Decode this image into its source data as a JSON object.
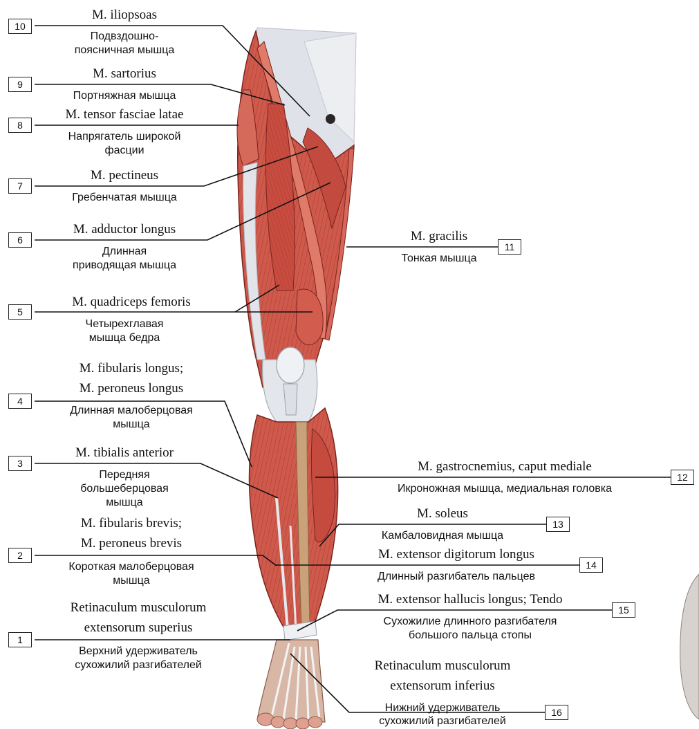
{
  "labels": {
    "l1": {
      "num": "1",
      "latin": [
        "Retinaculum musculorum",
        "extensorum superius"
      ],
      "russian": [
        "Верхний удерживатель",
        "сухожилий разгибателей"
      ]
    },
    "l2": {
      "num": "2",
      "latin": [
        "M. fibularis brevis;",
        "M. peroneus brevis"
      ],
      "russian": [
        "Короткая малоберцовая",
        "мышца"
      ]
    },
    "l3": {
      "num": "3",
      "latin": [
        "M. tibialis anterior"
      ],
      "russian": [
        "Передняя",
        "большеберцовая",
        "мышца"
      ]
    },
    "l4": {
      "num": "4",
      "latin": [
        "M. fibularis longus;",
        "M. peroneus longus"
      ],
      "russian": [
        "Длинная малоберцовая",
        "мышца"
      ]
    },
    "l5": {
      "num": "5",
      "latin": [
        "M. quadriceps femoris"
      ],
      "russian": [
        "Четырехглавая",
        "мышца бедра"
      ]
    },
    "l6": {
      "num": "6",
      "latin": [
        "M. adductor longus"
      ],
      "russian": [
        "Длинная",
        "приводящая мышца"
      ]
    },
    "l7": {
      "num": "7",
      "latin": [
        "M. pectineus"
      ],
      "russian": [
        "Гребенчатая мышца"
      ]
    },
    "l8": {
      "num": "8",
      "latin": [
        "M. tensor fasciae latae"
      ],
      "russian": [
        "Напрягатель широкой",
        "фасции"
      ]
    },
    "l9": {
      "num": "9",
      "latin": [
        "M. sartorius"
      ],
      "russian": [
        "Портняжная мышца"
      ]
    },
    "l10": {
      "num": "10",
      "latin": [
        "M. iliopsoas"
      ],
      "russian": [
        "Подвздошно-",
        "поясничная мышца"
      ]
    },
    "l11": {
      "num": "11",
      "latin": [
        "M. gracilis"
      ],
      "russian": [
        "Тонкая мышца"
      ]
    },
    "l12": {
      "num": "12",
      "latin": [
        "M. gastrocnemius, caput mediale"
      ],
      "russian": [
        "Икроножная мышца, медиальная головка"
      ]
    },
    "l13": {
      "num": "13",
      "latin": [
        "M. soleus"
      ],
      "russian": [
        "Камбаловидная мышца"
      ]
    },
    "l14": {
      "num": "14",
      "latin": [
        "M. extensor digitorum longus"
      ],
      "russian": [
        "Длинный разгибатель пальцев"
      ]
    },
    "l15": {
      "num": "15",
      "latin": [
        "M. extensor hallucis longus; Tendo"
      ],
      "russian": [
        "Сухожилие длинного разгибателя",
        "большого пальца стопы"
      ]
    },
    "l16": {
      "num": "16",
      "latin": [
        "Retinaculum musculorum",
        "extensorum inferius"
      ],
      "russian": [
        "Нижний удерживатель",
        "сухожилий разгибателей"
      ]
    }
  },
  "colors": {
    "muscle": "#cf5a4c",
    "muscle_dark": "#9b2f28",
    "tendon": "#d9dde2",
    "fascia": "#e6e8ec",
    "leader_line": "#111111"
  }
}
